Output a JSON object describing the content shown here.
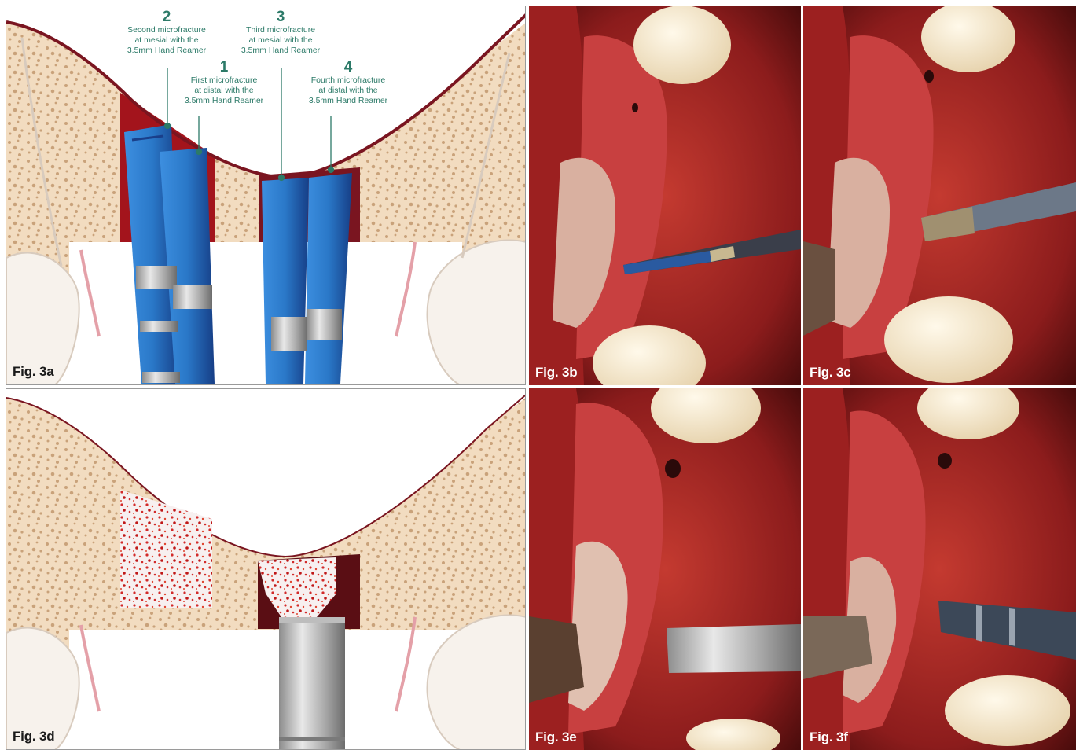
{
  "figures": {
    "fig3a": {
      "label": "Fig. 3a",
      "callouts": [
        {
          "number": "1",
          "line1": "First microfracture",
          "line2": "at distal with the",
          "line3": "3.5mm Hand Reamer"
        },
        {
          "number": "2",
          "line1": "Second microfracture",
          "line2": "at mesial with the",
          "line3": "3.5mm Hand Reamer"
        },
        {
          "number": "3",
          "line1": "Third microfracture",
          "line2": "at mesial with the",
          "line3": "3.5mm Hand Reamer"
        },
        {
          "number": "4",
          "line1": "Fourth microfracture",
          "line2": "at distal with the",
          "line3": "3.5mm Hand Reamer"
        }
      ]
    },
    "fig3b": {
      "label": "Fig. 3b"
    },
    "fig3c": {
      "label": "Fig. 3c"
    },
    "fig3d": {
      "label": "Fig. 3d"
    },
    "fig3e": {
      "label": "Fig. 3e"
    },
    "fig3f": {
      "label": "Fig. 3f"
    }
  },
  "colors": {
    "bone": "#f2dcc0",
    "bone_spots": "#c9a27a",
    "sinus_membrane": "#7a1520",
    "blood": "#a3141c",
    "reamer_blue": "#2a78c8",
    "reamer_dark": "#1a3f8a",
    "callout_green": "#2c7a68",
    "tissue": "#b82a2a"
  }
}
